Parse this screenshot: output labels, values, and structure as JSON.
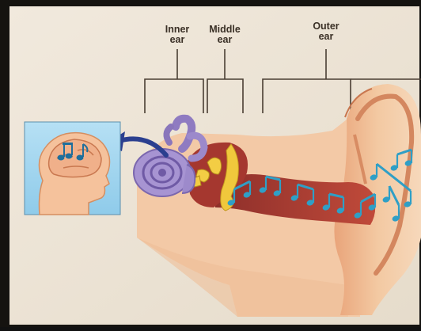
{
  "labels": {
    "inner": {
      "line1": "Inner",
      "line2": "ear"
    },
    "middle": {
      "line1": "Middle",
      "line2": "ear"
    },
    "outer": {
      "line1": "Outer",
      "line2": "ear"
    }
  },
  "colors": {
    "paper": "#ece3d6",
    "skin": "#f2c7a0",
    "skin_shade": "#e3a47c",
    "canal": "#b23a2f",
    "cochlea": "#9a86c8",
    "ossicle": "#f0c83c",
    "note": "#2f9fc6",
    "arrow": "#2b3f8f",
    "head_bg": "#9fd3ee"
  },
  "icons": [
    "music-note-icon",
    "brain-icon",
    "arrow-icon",
    "cochlea-icon"
  ]
}
